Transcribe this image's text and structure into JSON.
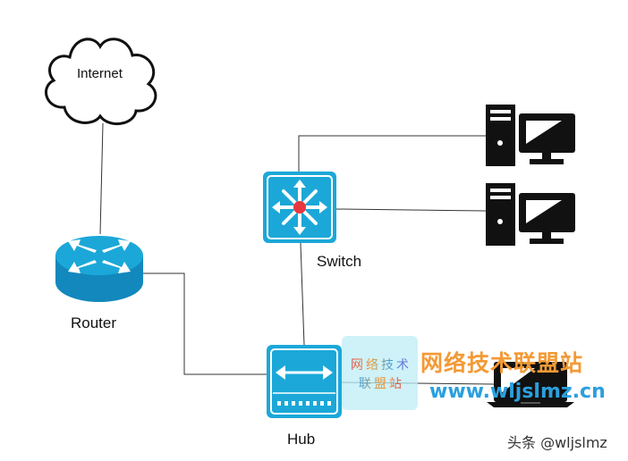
{
  "nodes": {
    "internet": "Internet",
    "router": "Router",
    "switch": "Switch",
    "hub": "Hub"
  },
  "watermark": {
    "box_line1": "网络技术",
    "box_line2": "联盟站",
    "title": "网络技术联盟站",
    "url": "www.wljslmz.cn",
    "credit": "头条 @wljslmz",
    "title_color": "#f39a35",
    "url_color": "#2aa0de"
  },
  "colors": {
    "device_blue": "#1ba8d8",
    "switch_center": "#e8373e",
    "line": "#333333"
  },
  "icons": [
    "cloud-icon",
    "router-icon",
    "switch-icon",
    "hub-icon",
    "desktop-computer-icon",
    "laptop-icon"
  ]
}
